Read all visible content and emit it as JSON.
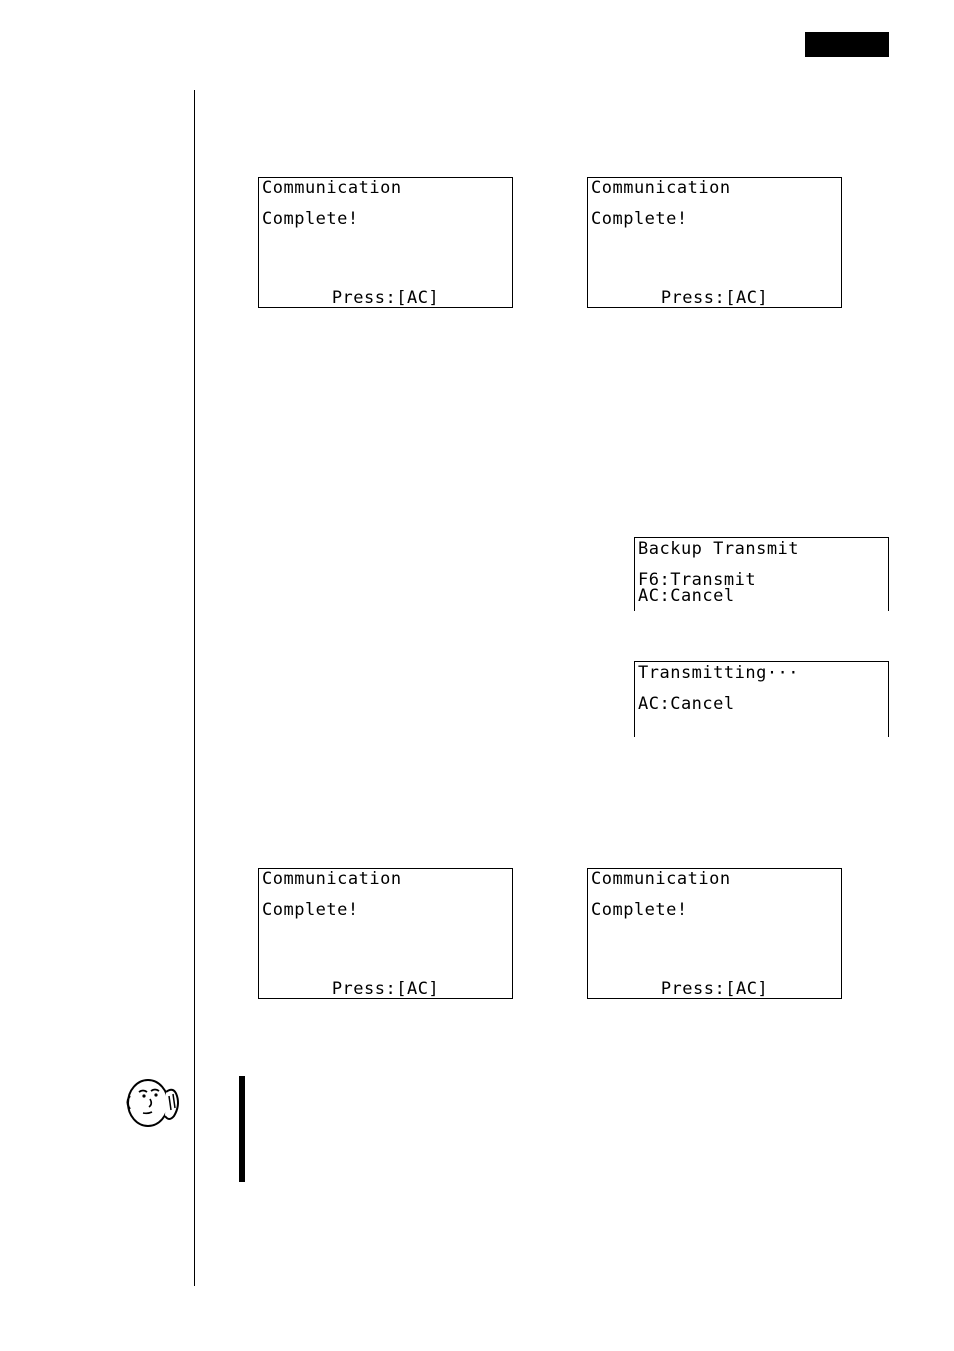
{
  "screens": {
    "s1": {
      "line1": "Communication",
      "line2": "Complete!",
      "footer": "Press:[AC]"
    },
    "s2": {
      "line1": "Communication",
      "line2": "Complete!",
      "footer": "Press:[AC]"
    },
    "backup": {
      "line1": "Backup Transmit",
      "line2": "F6:Transmit",
      "line3": "AC:Cancel"
    },
    "transmitting": {
      "line1": "Transmitting···",
      "line2": "AC:Cancel"
    },
    "s3": {
      "line1": "Communication",
      "line2": "Complete!",
      "footer": "Press:[AC]"
    },
    "s4": {
      "line1": "Communication",
      "line2": "Complete!",
      "footer": "Press:[AC]"
    }
  },
  "icons": {
    "note": "thinking-face-icon"
  }
}
